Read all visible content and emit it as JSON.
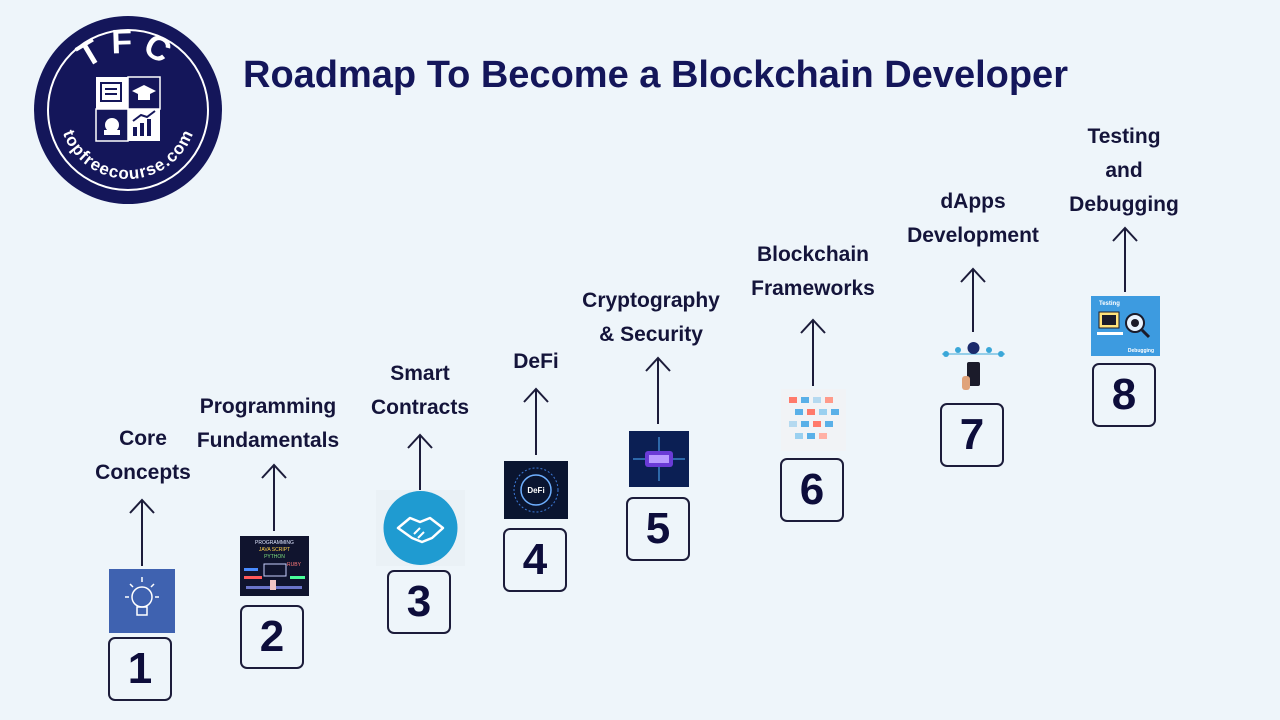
{
  "title": "Roadmap To Become a Blockchain Developer",
  "logo": {
    "abbr": "TFC",
    "site": "topfreecourse.com"
  },
  "colors": {
    "navy": "#14165a",
    "box_border": "#1c1c3a",
    "background": "#eef5fa"
  },
  "steps": [
    {
      "number": "1",
      "lines": [
        "Core",
        "Concepts"
      ],
      "icon": "lightbulb-icon"
    },
    {
      "number": "2",
      "lines": [
        "Programming",
        "Fundamentals"
      ],
      "icon": "programming-code-icon",
      "thumb_text": [
        "PROGRAMMING",
        "JAVA SCRIPT",
        "PYTHON",
        "RUBY"
      ]
    },
    {
      "number": "3",
      "lines": [
        "Smart",
        "Contracts"
      ],
      "icon": "handshake-icon"
    },
    {
      "number": "4",
      "lines": [
        "DeFi"
      ],
      "icon": "defi-icon",
      "thumb_text": [
        "DeFi"
      ]
    },
    {
      "number": "5",
      "lines": [
        "Cryptography",
        "& Security"
      ],
      "icon": "cryptography-chip-icon"
    },
    {
      "number": "6",
      "lines": [
        "Blockchain",
        "Frameworks"
      ],
      "icon": "blockchain-blocks-icon"
    },
    {
      "number": "7",
      "lines": [
        "dApps",
        "Development"
      ],
      "icon": "dapp-network-icon"
    },
    {
      "number": "8",
      "lines": [
        "Testing",
        "and",
        "Debugging"
      ],
      "icon": "testing-magnifier-icon",
      "thumb_text": [
        "Testing",
        "Debugging"
      ]
    }
  ]
}
